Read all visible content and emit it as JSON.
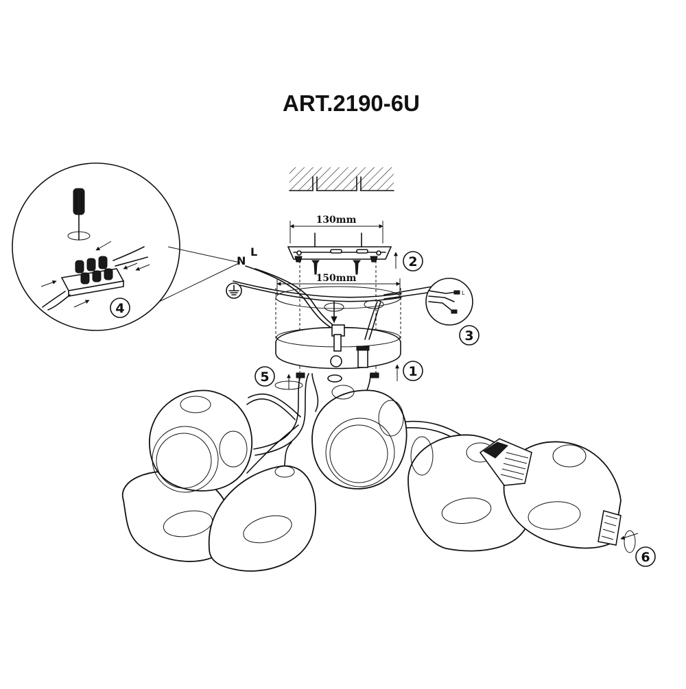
{
  "title": "ART.2190-6U",
  "dimensions": {
    "bracket_width": "130mm",
    "canopy_width": "150mm"
  },
  "wire_labels": {
    "neutral": "N",
    "live": "L",
    "detail_live": "L"
  },
  "steps": [
    "1",
    "2",
    "3",
    "4",
    "5",
    "6"
  ],
  "icons": {
    "ground": "ground-symbol-icon",
    "screwdriver": "screwdriver-icon",
    "terminal_block": "terminal-block-icon",
    "rotate": "rotate-arrow-icon"
  }
}
